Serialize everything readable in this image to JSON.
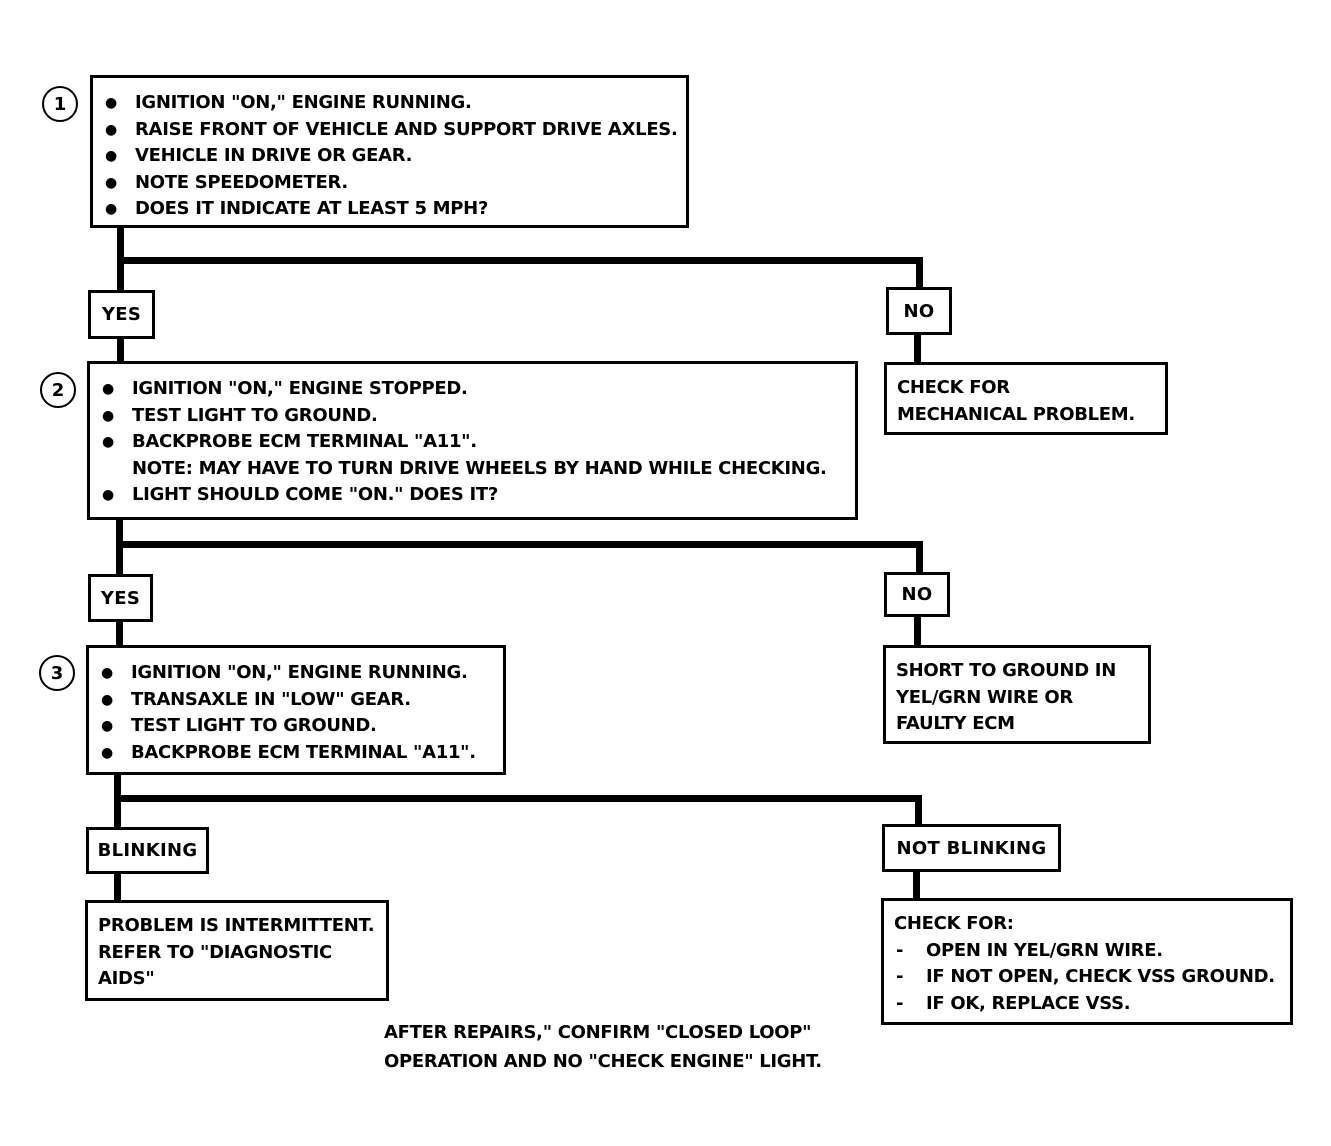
{
  "steps": [
    {
      "number": "1",
      "bullets": [
        "IGNITION \"ON,\" ENGINE RUNNING.",
        "RAISE FRONT OF VEHICLE AND SUPPORT DRIVE AXLES.",
        "VEHICLE IN DRIVE OR GEAR.",
        "NOTE SPEEDOMETER.",
        "DOES IT INDICATE AT LEAST 5 MPH?"
      ],
      "yes_label": "YES",
      "no_label": "NO",
      "no_result": [
        "CHECK FOR",
        "MECHANICAL PROBLEM."
      ]
    },
    {
      "number": "2",
      "bullets": [
        "IGNITION \"ON,\" ENGINE STOPPED.",
        "TEST LIGHT TO GROUND.",
        "BACKPROBE ECM TERMINAL \"A11\".",
        "LIGHT SHOULD COME \"ON.\"  DOES IT?"
      ],
      "note": "NOTE:  MAY HAVE TO TURN DRIVE WHEELS BY HAND WHILE CHECKING.",
      "yes_label": "YES",
      "no_label": "NO",
      "no_result": [
        "SHORT TO GROUND IN",
        "YEL/GRN WIRE OR",
        "FAULTY ECM"
      ]
    },
    {
      "number": "3",
      "bullets": [
        "IGNITION \"ON,\" ENGINE RUNNING.",
        "TRANSAXLE IN \"LOW\" GEAR.",
        "TEST LIGHT TO GROUND.",
        "BACKPROBE ECM TERMINAL \"A11\"."
      ],
      "left_label": "BLINKING",
      "right_label": "NOT BLINKING",
      "left_result": [
        "PROBLEM IS INTERMITTENT.",
        "REFER TO \"DIAGNOSTIC",
        "AIDS\""
      ],
      "right_result": {
        "title": "CHECK FOR:",
        "items": [
          "OPEN IN YEL/GRN WIRE.",
          "IF NOT OPEN, CHECK VSS GROUND.",
          "IF OK, REPLACE VSS."
        ]
      }
    }
  ],
  "bullet_glyph": "●",
  "dash_glyph": "-",
  "footer": [
    "AFTER REPAIRS,\" CONFIRM \"CLOSED LOOP\"",
    "OPERATION AND NO \"CHECK ENGINE\" LIGHT."
  ]
}
